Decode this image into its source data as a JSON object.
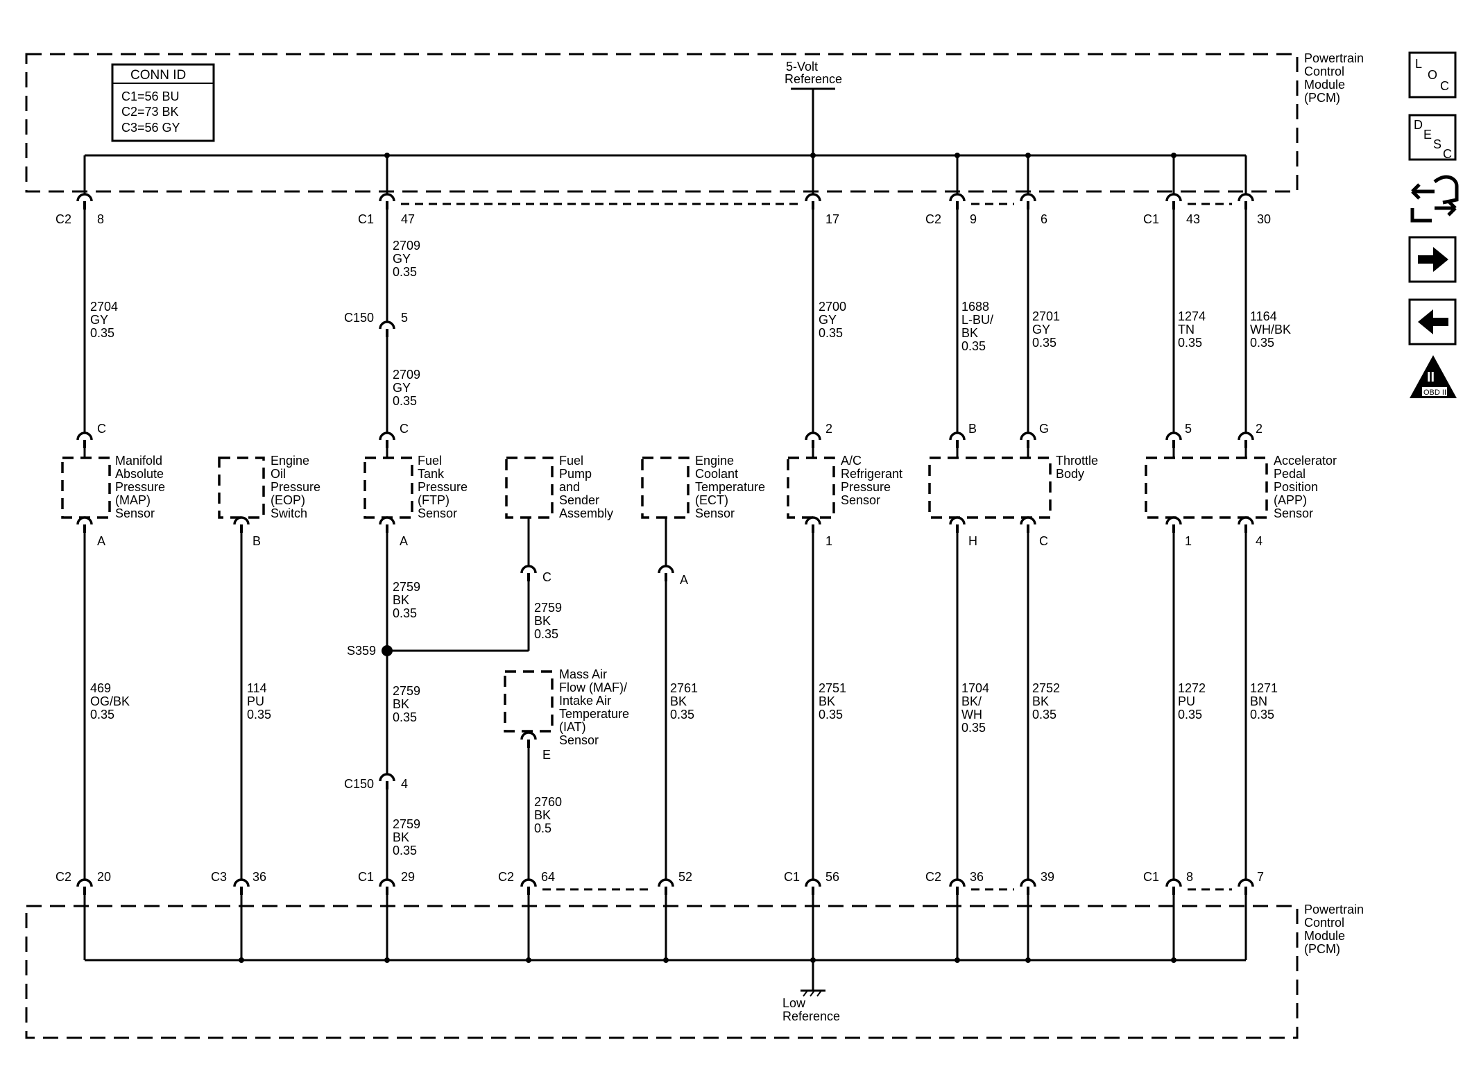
{
  "pcm_label": [
    "Powertrain",
    "Control",
    "Module",
    "(PCM)"
  ],
  "conn_id": {
    "title": "CONN ID",
    "lines": [
      "C1=56 BU",
      "C2=73 BK",
      "C3=56 GY"
    ]
  },
  "top_bus_label": [
    "5-Volt",
    "Reference"
  ],
  "bottom_bus_label": [
    "Low",
    "Reference"
  ],
  "top_connectors": [
    {
      "id": "c2-8",
      "conn": "C2",
      "pin": "8"
    },
    {
      "id": "c1-47",
      "conn": "C1",
      "pin": "47"
    },
    {
      "id": "p17",
      "conn": "",
      "pin": "17"
    },
    {
      "id": "c2-9",
      "conn": "C2",
      "pin": "9"
    },
    {
      "id": "p6",
      "conn": "",
      "pin": "6"
    },
    {
      "id": "c1-43",
      "conn": "C1",
      "pin": "43"
    },
    {
      "id": "p30",
      "conn": "",
      "pin": "30"
    }
  ],
  "bottom_connectors": [
    {
      "id": "c2-20",
      "conn": "C2",
      "pin": "20"
    },
    {
      "id": "c3-36",
      "conn": "C3",
      "pin": "36"
    },
    {
      "id": "c1-29",
      "conn": "C1",
      "pin": "29"
    },
    {
      "id": "c2-64",
      "conn": "C2",
      "pin": "64"
    },
    {
      "id": "p52",
      "conn": "",
      "pin": "52"
    },
    {
      "id": "c1-56",
      "conn": "C1",
      "pin": "56"
    },
    {
      "id": "c2-36",
      "conn": "C2",
      "pin": "36"
    },
    {
      "id": "p39",
      "conn": "",
      "pin": "39"
    },
    {
      "id": "c1-8",
      "conn": "C1",
      "pin": "8"
    },
    {
      "id": "p7",
      "conn": "",
      "pin": "7"
    }
  ],
  "inline_connectors": [
    {
      "name": "C150",
      "pin": "5"
    },
    {
      "name": "C150",
      "pin": "4"
    }
  ],
  "splice": {
    "name": "S359"
  },
  "components": [
    {
      "id": "map",
      "lines": [
        "Manifold",
        "Absolute",
        "Pressure",
        "(MAP)",
        "Sensor"
      ],
      "pins": [
        "C",
        "A"
      ]
    },
    {
      "id": "eop",
      "lines": [
        "Engine",
        "Oil",
        "Pressure",
        "(EOP)",
        "Switch"
      ],
      "pins": [
        "B"
      ]
    },
    {
      "id": "ftp",
      "lines": [
        "Fuel",
        "Tank",
        "Pressure",
        "(FTP)",
        "Sensor"
      ],
      "pins": [
        "C",
        "A"
      ]
    },
    {
      "id": "fuel-pump",
      "lines": [
        "Fuel",
        "Pump",
        "and",
        "Sender",
        "Assembly"
      ],
      "pins": [
        "C"
      ]
    },
    {
      "id": "ect",
      "lines": [
        "Engine",
        "Coolant",
        "Temperature",
        "(ECT)",
        "Sensor"
      ],
      "pins": [
        "A"
      ]
    },
    {
      "id": "ac",
      "lines": [
        "A/C",
        "Refrigerant",
        "Pressure",
        "Sensor"
      ],
      "pins": [
        "2",
        "1"
      ]
    },
    {
      "id": "throttle",
      "lines": [
        "Throttle",
        "Body"
      ],
      "pins": [
        "B",
        "G",
        "H",
        "C"
      ]
    },
    {
      "id": "app",
      "lines": [
        "Accelerator",
        "Pedal",
        "Position",
        "(APP)",
        "Sensor"
      ],
      "pins": [
        "5",
        "2",
        "1",
        "4"
      ]
    },
    {
      "id": "maf",
      "lines": [
        "Mass Air",
        "Flow (MAF)/",
        "Intake Air",
        "Temperature",
        "(IAT)",
        "Sensor"
      ],
      "pins": [
        "E"
      ]
    }
  ],
  "wires": [
    {
      "id": "w2704",
      "lines": [
        "2704",
        "GY",
        "0.35"
      ]
    },
    {
      "id": "w2709a",
      "lines": [
        "2709",
        "GY",
        "0.35"
      ]
    },
    {
      "id": "w2709b",
      "lines": [
        "2709",
        "GY",
        "0.35"
      ]
    },
    {
      "id": "w2700",
      "lines": [
        "2700",
        "GY",
        "0.35"
      ]
    },
    {
      "id": "w1688",
      "lines": [
        "1688",
        "L-BU/",
        "BK",
        "0.35"
      ]
    },
    {
      "id": "w2701",
      "lines": [
        "2701",
        "GY",
        "0.35"
      ]
    },
    {
      "id": "w1274",
      "lines": [
        "1274",
        "TN",
        "0.35"
      ]
    },
    {
      "id": "w1164",
      "lines": [
        "1164",
        "WH/BK",
        "0.35"
      ]
    },
    {
      "id": "w469",
      "lines": [
        "469",
        "OG/BK",
        "0.35"
      ]
    },
    {
      "id": "w114",
      "lines": [
        "114",
        "PU",
        "0.35"
      ]
    },
    {
      "id": "w2759a",
      "lines": [
        "2759",
        "BK",
        "0.35"
      ]
    },
    {
      "id": "w2759fp",
      "lines": [
        "2759",
        "BK",
        "0.35"
      ]
    },
    {
      "id": "w2759b",
      "lines": [
        "2759",
        "BK",
        "0.35"
      ]
    },
    {
      "id": "w2759c",
      "lines": [
        "2759",
        "BK",
        "0.35"
      ]
    },
    {
      "id": "w2760",
      "lines": [
        "2760",
        "BK",
        "0.5"
      ]
    },
    {
      "id": "w2761",
      "lines": [
        "2761",
        "BK",
        "0.35"
      ]
    },
    {
      "id": "w2751",
      "lines": [
        "2751",
        "BK",
        "0.35"
      ]
    },
    {
      "id": "w1704",
      "lines": [
        "1704",
        "BK/",
        "WH",
        "0.35"
      ]
    },
    {
      "id": "w2752",
      "lines": [
        "2752",
        "BK",
        "0.35"
      ]
    },
    {
      "id": "w1272",
      "lines": [
        "1272",
        "PU",
        "0.35"
      ]
    },
    {
      "id": "w1271",
      "lines": [
        "1271",
        "BN",
        "0.35"
      ]
    }
  ],
  "side_buttons": {
    "loc": [
      "L",
      "O",
      "C"
    ],
    "desc": [
      "D",
      "E",
      "S",
      "C"
    ],
    "obd": "OBD II",
    "obd_mark": "II"
  }
}
